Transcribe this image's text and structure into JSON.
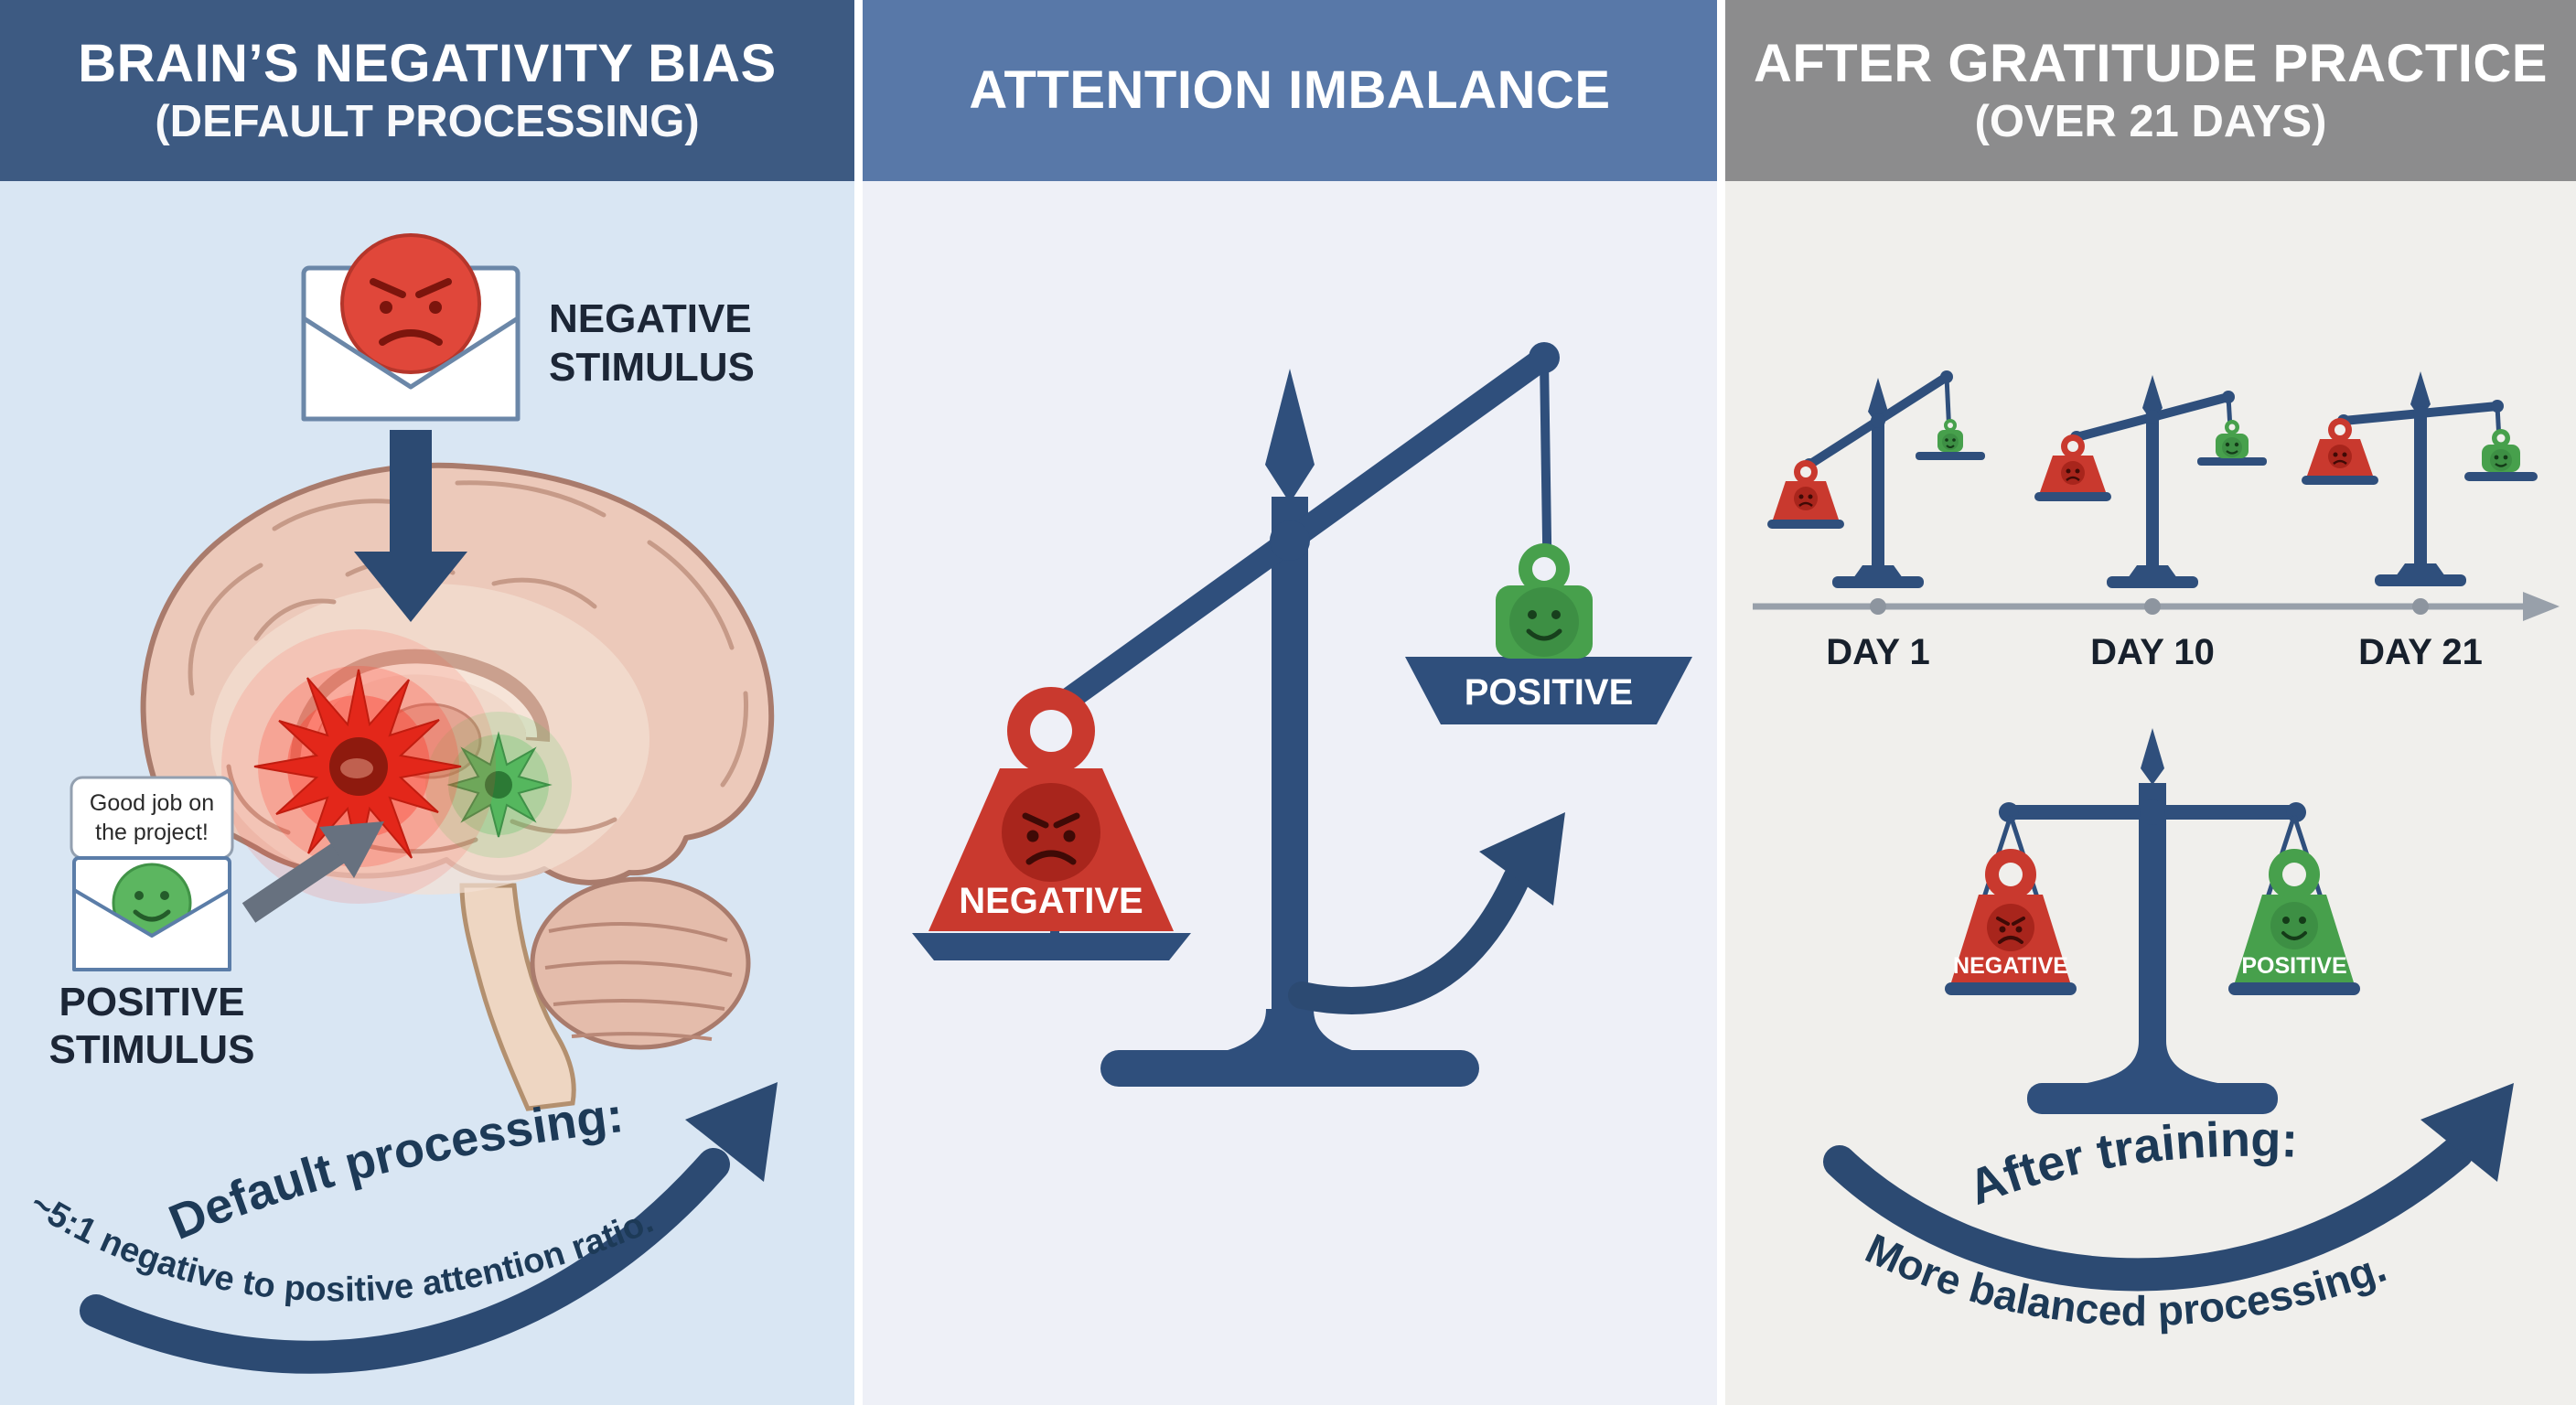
{
  "header": {
    "left": {
      "line1": "BRAIN’S NEGATIVITY BIAS",
      "line2": "(DEFAULT PROCESSING)"
    },
    "middle": {
      "line1": "ATTENTION IMBALANCE"
    },
    "right": {
      "line1": "AFTER GRATITUDE PRACTICE",
      "line2": "(OVER 21 DAYS)"
    }
  },
  "left_panel": {
    "negative_stimulus": {
      "line1": "NEGATIVE",
      "line2": "STIMULUS"
    },
    "positive_note": {
      "line1": "Good job on",
      "line2": "the project!"
    },
    "positive_stimulus": {
      "line1": "POSITIVE",
      "line2": "STIMULUS"
    },
    "annotation": {
      "line1": "Default processing:",
      "line2": "~5:1 negative to positive attention ratio."
    }
  },
  "middle_panel": {
    "negative_label": "NEGATIVE",
    "positive_label": "POSITIVE"
  },
  "right_panel": {
    "timeline_labels": [
      "DAY 1",
      "DAY 10",
      "DAY 21"
    ],
    "negative_label": "NEGATIVE",
    "positive_label": "POSITIVE",
    "annotation": {
      "line1": "After training:",
      "line2": "More balanced processing."
    }
  },
  "colors": {
    "header_left_bg": "#3d5a82",
    "header_middle_bg": "#5878a8",
    "header_right_bg": "#8c8c8d",
    "panel_left_bg": "#d9e6f3",
    "panel_middle_bg": "#eef0f7",
    "panel_right_bg": "#f0efec",
    "header_text": "#ffffff",
    "scale_dark_blue": "#2f4f7c",
    "negative_red": "#c9392e",
    "positive_green": "#47a04c",
    "annotation_navy": "#1d3a57"
  }
}
